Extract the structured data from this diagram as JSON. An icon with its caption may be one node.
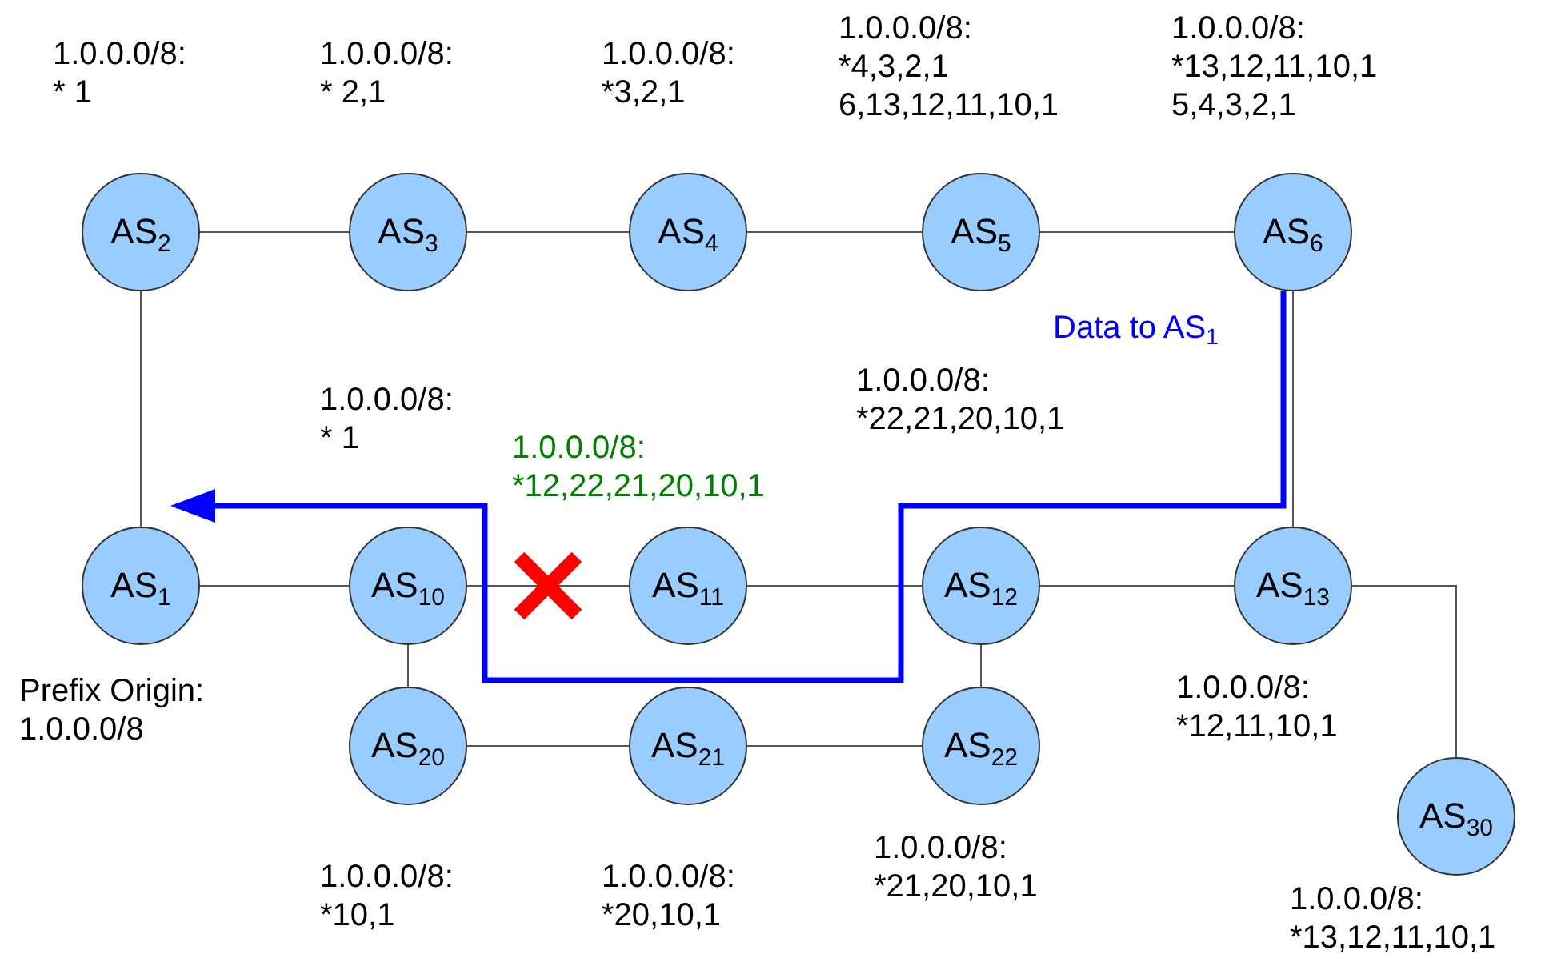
{
  "diagram": {
    "nodes": [
      {
        "text": [
          "AS$_{2}$"
        ],
        "beside": [
          "1.0.0.0/8:",
          "* 1"
        ]
      },
      {
        "text": [
          "AS$_{3}$"
        ],
        "beside": [
          "1.0.0.0/8:",
          "* 2,1"
        ]
      },
      {
        "text": [
          "AS$_{4}$"
        ],
        "beside": [
          "1.0.0.0/8:",
          "*3,2,1"
        ]
      },
      {
        "text": [
          "AS$_{5}$"
        ],
        "beside": [
          "1.0.0.0/8:",
          "*4,3,2,1",
          "6,13,12,11,10,1"
        ]
      },
      {
        "text": [
          "AS$_{6}$"
        ],
        "beside": [
          "1.0.0.0/8:",
          "*13,12,11,10,1",
          "5,4,3,2,1"
        ]
      },
      {
        "text": [
          "AS$_{1}$"
        ],
        "beside": [
          "Prefix Origin:",
          "1.0.0.0/8"
        ]
      },
      {
        "text": [
          "AS$_{10}$"
        ],
        "beside": [
          "1.0.0.0/8:",
          "* 1"
        ]
      },
      {
        "text": [
          "AS$_{11}$"
        ],
        "beside": [
          "1.0.0.0/8:",
          "*12,22,21,20,10,1"
        ]
      },
      {
        "text": [
          "AS$_{12}$"
        ],
        "beside": [
          "1.0.0.0/8:",
          "*22,21,20,10,1"
        ]
      },
      {
        "text": [
          "AS$_{13}$"
        ],
        "beside": [
          "1.0.0.0/8:",
          "*12,11,10,1"
        ]
      },
      {
        "text": [
          "AS$_{20}$"
        ],
        "beside": [
          "1.0.0.0/8:",
          "*10,1"
        ]
      },
      {
        "text": [
          "AS$_{21}$"
        ],
        "beside": [
          "1.0.0.0/8:",
          "*20,10,1"
        ]
      },
      {
        "text": [
          "AS$_{22}$"
        ],
        "beside": [
          "1.0.0.0/8:",
          "*21,20,10,1"
        ]
      },
      {
        "text": [
          "AS$_{30}$"
        ],
        "beside": [
          "1.0.0.0/8:",
          "*13,12,11,10,1"
        ]
      }
    ],
    "edges": [
      {
        "from": 0,
        "to": 1,
        "arrow": "none"
      },
      {
        "from": 1,
        "to": 2,
        "arrow": "none"
      },
      {
        "from": 2,
        "to": 3,
        "arrow": "none"
      },
      {
        "from": 3,
        "to": 4,
        "arrow": "none"
      },
      {
        "from": 0,
        "to": 5,
        "arrow": "none"
      },
      {
        "from": 5,
        "to": 6,
        "arrow": "none"
      },
      {
        "from": 6,
        "to": 7,
        "arrow": "none"
      },
      {
        "from": 7,
        "to": 8,
        "arrow": "none"
      },
      {
        "from": 8,
        "to": 9,
        "arrow": "none"
      },
      {
        "from": 4,
        "to": 9,
        "arrow": "none"
      },
      {
        "from": 6,
        "to": 10,
        "arrow": "none"
      },
      {
        "from": 10,
        "to": 11,
        "arrow": "none"
      },
      {
        "from": 11,
        "to": 12,
        "arrow": "none"
      },
      {
        "from": 8,
        "to": 12,
        "arrow": "none"
      },
      {
        "from": 9,
        "to": 13,
        "arrow": "none"
      },
      {
        "from": 4,
        "to": 5,
        "arrow": "to",
        "label": "Data to AS$_{1}$",
        "style": "thick",
        "color": "#0000ff"
      }
    ]
  }
}
